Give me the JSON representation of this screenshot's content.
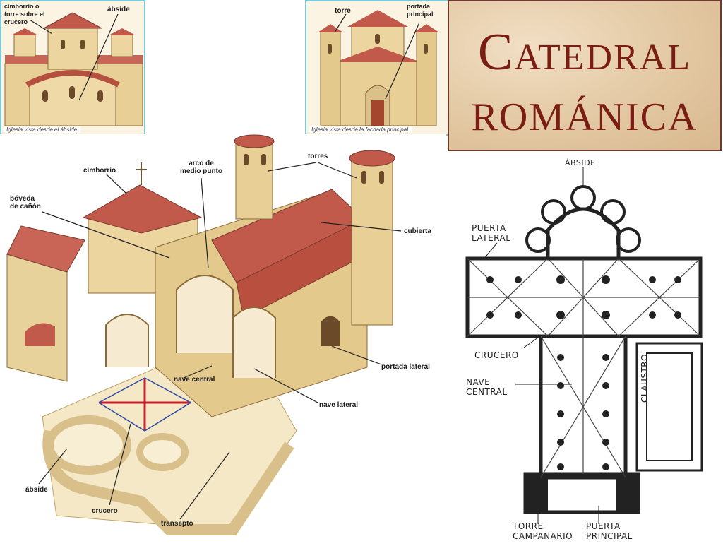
{
  "title": {
    "line1_cap": "C",
    "line1_rest": "ATEDRAL",
    "line2": "ROMÁNICA"
  },
  "inset_left": {
    "caption": "Iglesia vista desde el ábside.",
    "labels": {
      "cimborrio_torre": "cimborrio o\ntorre sobre el\ncrucero",
      "abside": "ábside"
    }
  },
  "inset_right": {
    "caption": "Iglesia vista desde la fachada principal.",
    "labels": {
      "torre": "torre",
      "portada_principal": "portada\nprincipal"
    }
  },
  "main_diagram": {
    "labels": {
      "cimborrio": "cimborrio",
      "arco": "arco de\nmedio punto",
      "torres": "torres",
      "boveda": "bóveda\nde cañón",
      "cubierta": "cubierta",
      "portada_lateral": "portada lateral",
      "nave_central": "nave central",
      "nave_lateral": "nave lateral",
      "abside": "ábside",
      "crucero": "crucero",
      "transepto": "transepto"
    }
  },
  "floor_plan": {
    "labels": {
      "abside": "ÁBSIDE",
      "puerta_lateral": "PUERTA\nLATERAL",
      "crucero": "CRUCERO",
      "nave_central": "NAVE\nCENTRAL",
      "claustro": "CLAUSTRO",
      "torre_campanario": "TORRE\nCAMPANARIO",
      "puerta_principal": "PUERTA\nPRINCIPAL"
    }
  }
}
